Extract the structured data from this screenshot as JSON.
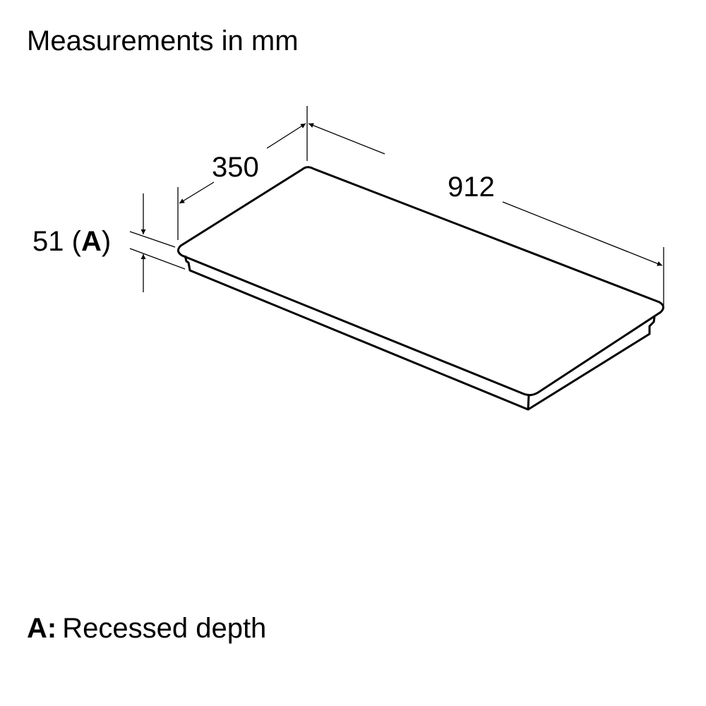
{
  "title": "Measurements in mm",
  "dimensions": {
    "depth": "350",
    "width": "912",
    "height_prefix": "51 (",
    "height_key": "A",
    "height_suffix": ")"
  },
  "legend": {
    "key": "A:",
    "text": "Recessed depth"
  },
  "colors": {
    "line": "#000000",
    "background": "#ffffff"
  }
}
